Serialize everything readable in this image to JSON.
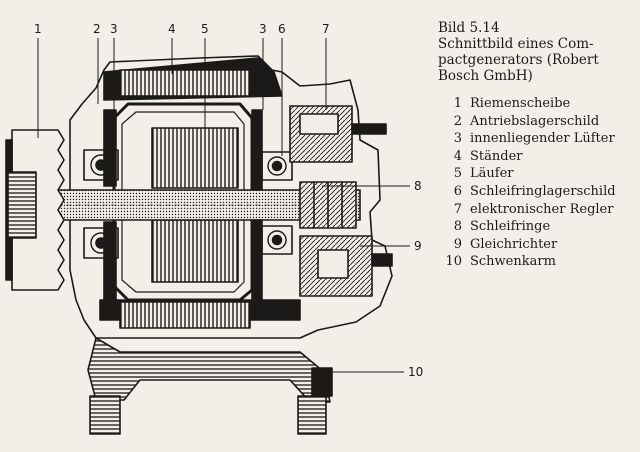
{
  "caption": {
    "figure": "Bild 5.14",
    "lines": [
      "Schnittbild eines Com-",
      "pactgenerators (Robert",
      "Bosch GmbH)"
    ]
  },
  "legend": [
    {
      "num": "1",
      "label": "Riemenscheibe"
    },
    {
      "num": "2",
      "label": "Antriebslagerschild"
    },
    {
      "num": "3",
      "label": "innenliegender Lüfter"
    },
    {
      "num": "4",
      "label": "Ständer"
    },
    {
      "num": "5",
      "label": "Läufer"
    },
    {
      "num": "6",
      "label": "Schleifringlagerschild"
    },
    {
      "num": "7",
      "label": "elektronischer Regler"
    },
    {
      "num": "8",
      "label": "Schleifringe"
    },
    {
      "num": "9",
      "label": "Gleichrichter"
    },
    {
      "num": "10",
      "label": "Schwenkarm"
    }
  ],
  "callouts": {
    "c1": "1",
    "c2": "2",
    "c3a": "3",
    "c4": "4",
    "c5": "5",
    "c3b": "3",
    "c6": "6",
    "c7": "7",
    "c8": "8",
    "c9": "9",
    "c10": "10"
  },
  "colors": {
    "paper": "#f3efe8",
    "ink": "#1c1a18"
  }
}
